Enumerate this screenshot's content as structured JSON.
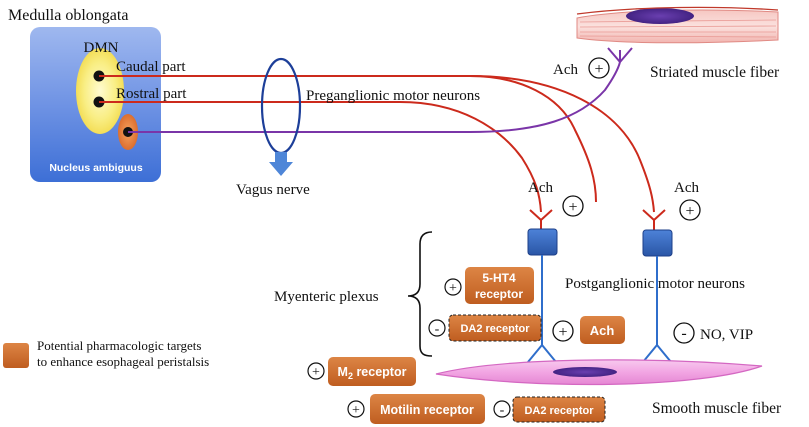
{
  "title": "Medulla oblongata",
  "dmn": {
    "label": "DMN",
    "caudal": "Caudal part",
    "rostral": "Rostral part"
  },
  "nucleus_ambiguus": "Nucleus ambiguus",
  "preganglionic": "Preganglionic motor neurons",
  "vagus": "Vagus nerve",
  "striated": "Striated muscle fiber",
  "smooth": "Smooth muscle fiber",
  "postganglionic": "Postganglionic motor neurons",
  "myenteric": "Myenteric plexus",
  "ach": "Ach",
  "no_vip": "NO, VIP",
  "signs": {
    "plus": "+",
    "minus": "-"
  },
  "receptors": {
    "ht4_line1": "5-HT4",
    "ht4_line2": "receptor",
    "da2": "DA2 receptor",
    "ach": "Ach",
    "m2_main": "M",
    "m2_sub": "2",
    "m2_rest": " receptor",
    "motilin": "Motilin receptor",
    "da2_2": "DA2 receptor"
  },
  "legend": {
    "line1": "Potential pharmacologic targets",
    "line2": "to enhance esophageal peristalsis"
  },
  "colors": {
    "red_nerve": "#cc2a1c",
    "purple_nerve": "#7a35a8",
    "blue_nerve": "#2f6ecb",
    "target_orange": "#c8682a",
    "ganglion_blue": "#2e5fb5",
    "medulla_blue": "#6f93e4",
    "dmn_yellow": "#f7e870"
  }
}
